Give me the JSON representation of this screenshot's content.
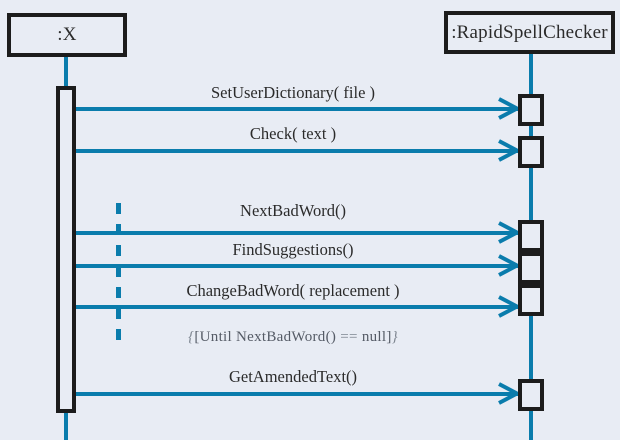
{
  "diagram": {
    "type": "uml-sequence-diagram",
    "colors": {
      "background": "#e8ecf4",
      "accent_teal": "#0a7cac",
      "outline_black": "#1c1c1c",
      "text": "#2b2b2b"
    }
  },
  "participants": [
    {
      "id": "x",
      "label": ":X"
    },
    {
      "id": "checker",
      "label": ":RapidSpellChecker"
    }
  ],
  "messages": [
    {
      "index": 0,
      "label": "SetUserDictionary( file )",
      "from": "x",
      "to": "checker"
    },
    {
      "index": 1,
      "label": "Check( text )",
      "from": "x",
      "to": "checker"
    },
    {
      "index": 2,
      "label": "NextBadWord()",
      "from": "x",
      "to": "checker"
    },
    {
      "index": 3,
      "label": "FindSuggestions()",
      "from": "x",
      "to": "checker"
    },
    {
      "index": 4,
      "label": "ChangeBadWord( replacement )",
      "from": "x",
      "to": "checker"
    },
    {
      "index": 5,
      "label": "GetAmendedText()",
      "from": "x",
      "to": "checker"
    }
  ],
  "constraint": {
    "open_brace": "{",
    "text": "[Until NextBadWord() ",
    "operator": "==",
    "text_end": " null]",
    "close_brace": "}",
    "full": "{[Until NextBadWord() == null]}"
  }
}
